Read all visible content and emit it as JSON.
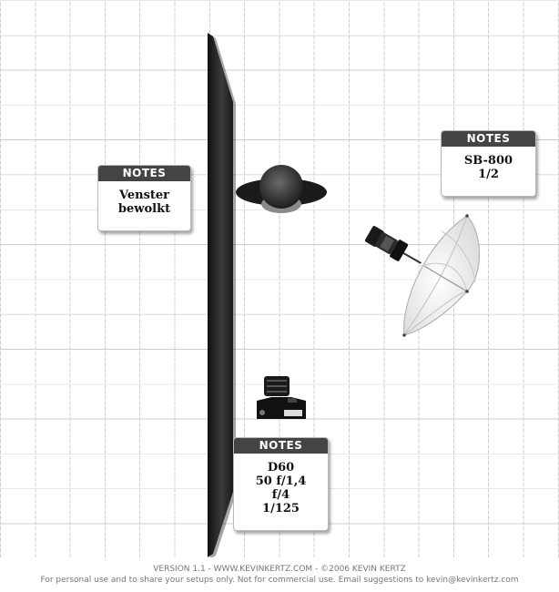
{
  "notes": [
    {
      "title": "NOTES",
      "text": "Venster\nbewolkt"
    },
    {
      "title": "NOTES",
      "text": "SB-800\n1/2"
    },
    {
      "title": "NOTES",
      "text": "D60\n50 f/1,4\nf/4\n1/125"
    }
  ],
  "footer": {
    "line1": "VERSION 1.1   -   WWW.KEVINKERTZ.COM   -   ©2006 KEVIN KERTZ",
    "line2": "For personal use and to share your setups only. Not for commercial use.  Email suggestions to kevin@kevinkertz.com"
  },
  "icons": [
    "window-icon",
    "person-icon",
    "flash-icon",
    "umbrella-icon",
    "camera-icon"
  ]
}
